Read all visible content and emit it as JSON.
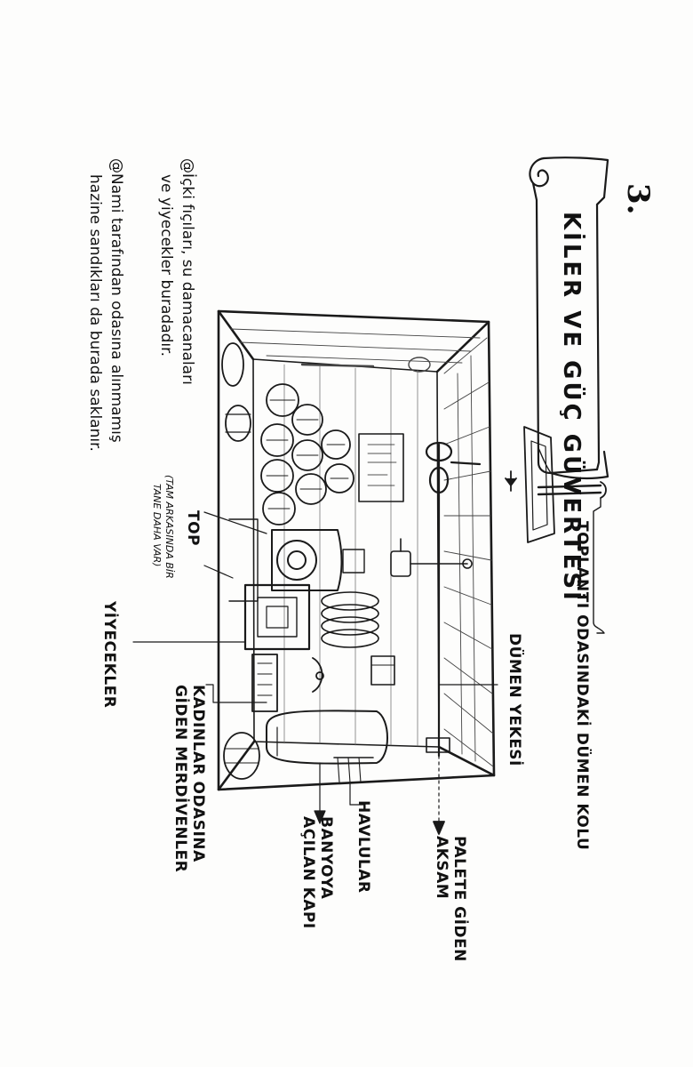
{
  "page_number": "3.",
  "banner": {
    "title": "KİLER VE GÜÇ GÜVERTESİ"
  },
  "notes": [
    {
      "line1": "@İçki fıçıları, su damacanaları",
      "line2": "ve yiyecekler buradadır."
    },
    {
      "line1": "@Nami tarafından odasına alınmamış",
      "line2": "hazine sandıkları da burada saklanır."
    }
  ],
  "labels": {
    "meeting_room_helm": "TOPLANTI ODASINDAKİ DÜMEN KOLU",
    "helm_tiller": "DÜMEN YEKESİ",
    "palette_mechanism_1": "PALETE GİDEN",
    "palette_mechanism_2": "AKSAM",
    "towels": "HAVLULAR",
    "bathroom_door_1": "BANYOYA",
    "bathroom_door_2": "AÇILAN KAPI",
    "womens_stairs_1": "KADINLAR ODASINA",
    "womens_stairs_2": "GİDEN MERDİVENLER",
    "food": "YİYECEKLER",
    "cannon": "TOP",
    "cannon_note_1": "(TAM ARKASINDA BİR",
    "cannon_note_2": "TANE DAHA VAR)"
  }
}
